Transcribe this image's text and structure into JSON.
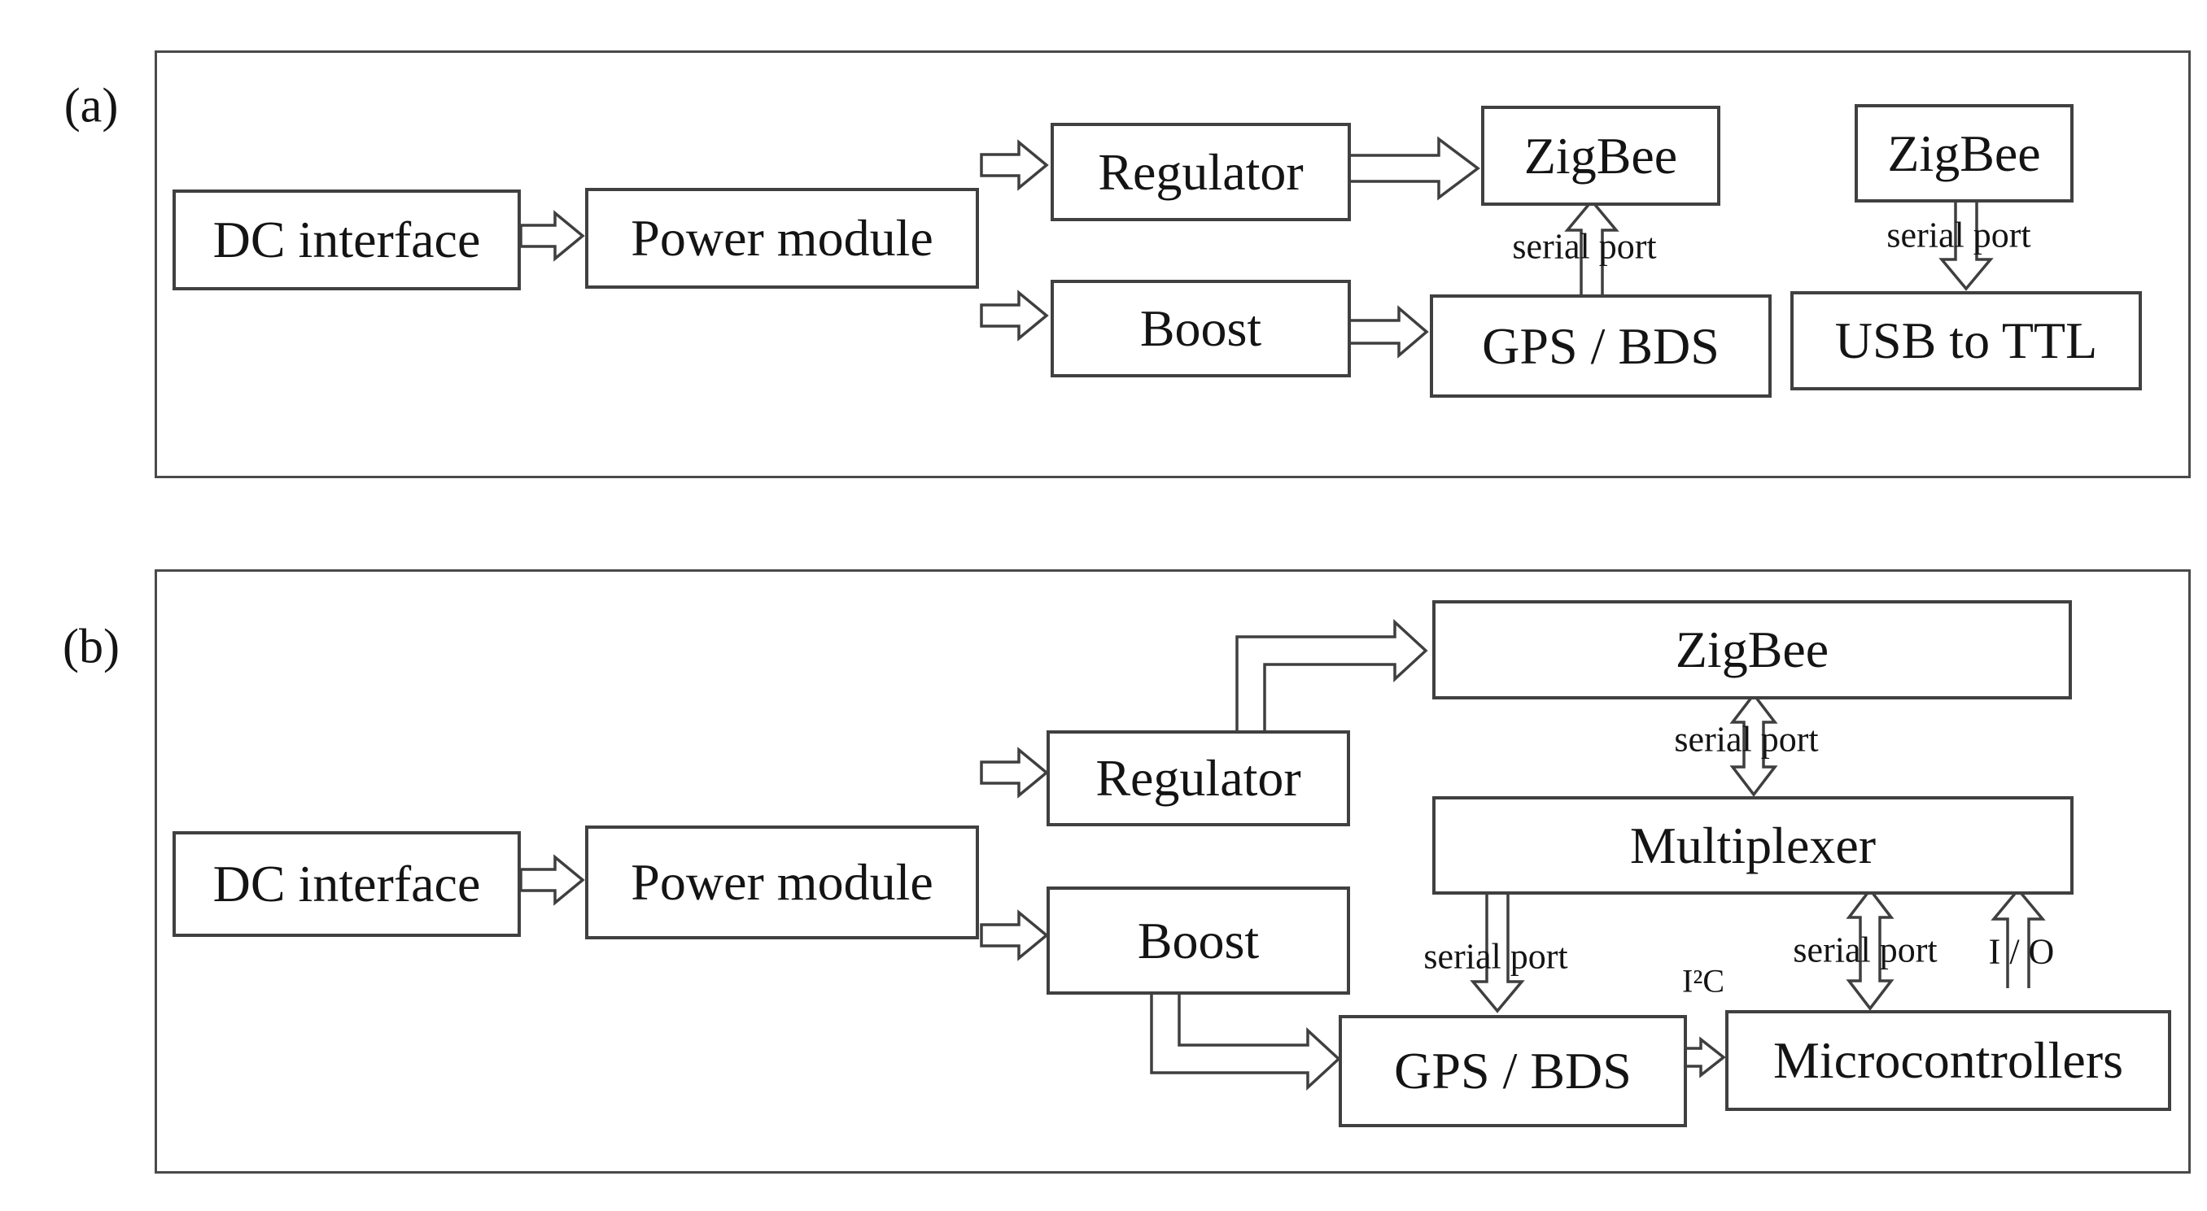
{
  "colors": {
    "background": "#ffffff",
    "line": "#3f3f3f",
    "text": "#141414"
  },
  "panel_a": {
    "label": "(a)",
    "boxes": {
      "dc": "DC interface",
      "power": "Power module",
      "regulator": "Regulator",
      "boost": "Boost",
      "zigbee_left": "ZigBee",
      "gps": "GPS / BDS",
      "zigbee_right": "ZigBee",
      "usb": "USB to TTL"
    },
    "arrow_labels": {
      "serial_gps_zigbee": "serial port",
      "serial_zigbee_usb": "serial port"
    }
  },
  "panel_b": {
    "label": "(b)",
    "boxes": {
      "dc": "DC interface",
      "power": "Power module",
      "regulator": "Regulator",
      "boost": "Boost",
      "zigbee": "ZigBee",
      "multiplexer": "Multiplexer",
      "gps": "GPS / BDS",
      "micro": "Microcontrollers"
    },
    "arrow_labels": {
      "serial_zigbee_mux": "serial port",
      "serial_mux_gps": "serial port",
      "serial_mux_micro": "serial port",
      "io": "I / O",
      "i2c": "I²C"
    }
  }
}
